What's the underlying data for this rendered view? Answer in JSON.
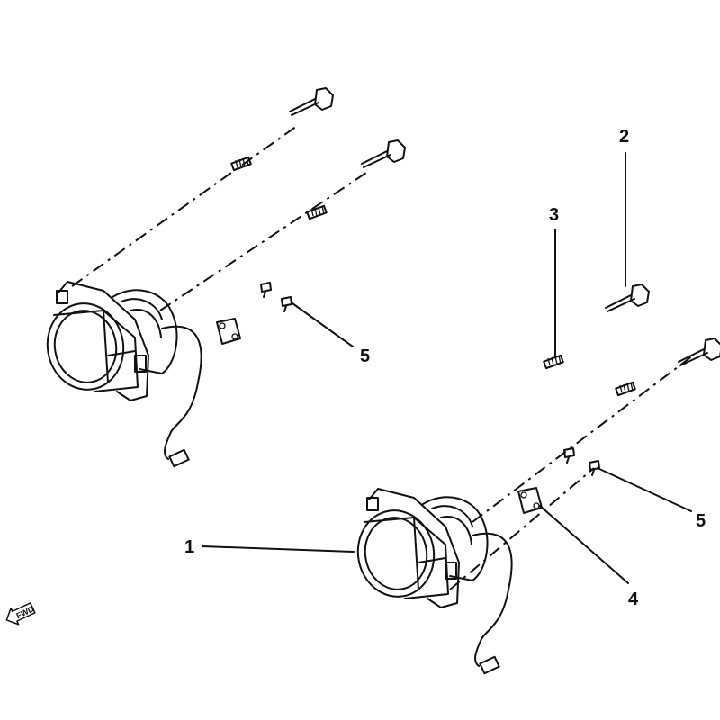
{
  "diagram": {
    "title": "",
    "callouts": [
      {
        "number": "1",
        "part": "headlight"
      },
      {
        "number": "2",
        "part": "bolt"
      },
      {
        "number": "3",
        "part": "spring"
      },
      {
        "number": "4",
        "part": "bracket"
      },
      {
        "number": "5",
        "part": "screw"
      },
      {
        "number": "5",
        "part": "screw"
      }
    ],
    "direction_label": "FWD",
    "line_color": "#111111",
    "background": "#ffffff"
  }
}
